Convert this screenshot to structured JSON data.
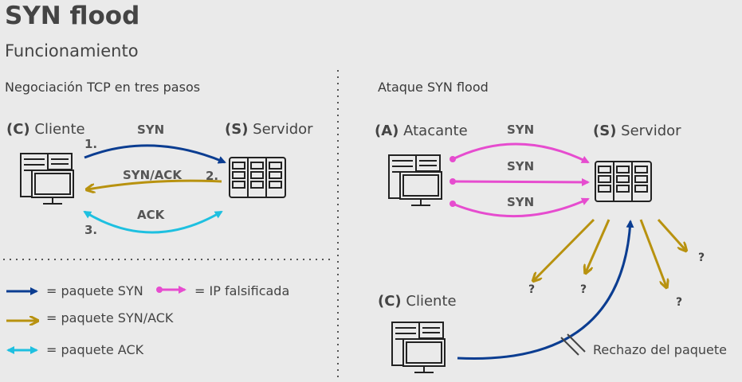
{
  "title": "SYN flood",
  "subtitle": "Funcionamiento",
  "left_panel": {
    "heading": "Negociación TCP en tres pasos",
    "client_tag": "(C)",
    "client_name": "Cliente",
    "server_tag": "(S)",
    "server_name": "Servidor",
    "arrows": [
      {
        "label": "SYN",
        "step": "1."
      },
      {
        "label": "SYN/ACK",
        "step": "2."
      },
      {
        "label": "ACK",
        "step": "3."
      }
    ]
  },
  "right_panel": {
    "heading": "Ataque SYN flood",
    "attacker_tag": "(A)",
    "attacker_name": "Atacante",
    "server_tag": "(S)",
    "server_name": "Servidor",
    "client_tag": "(C)",
    "client_name": "Cliente",
    "syn_labels": [
      "SYN",
      "SYN",
      "SYN"
    ],
    "unknown_marks": [
      "?",
      "?",
      "?",
      "?"
    ],
    "rejection_label": "Rechazo del paquete"
  },
  "legend": {
    "syn": "= paquete SYN",
    "spoofed": "= IP falsificada",
    "synack": "= paquete SYN/ACK",
    "ack": "= paquete ACK"
  },
  "colors": {
    "syn": "#0b3d91",
    "synack": "#b8920f",
    "ack": "#1ec0e0",
    "spoofed": "#e64ccf",
    "icon": "#222222"
  }
}
